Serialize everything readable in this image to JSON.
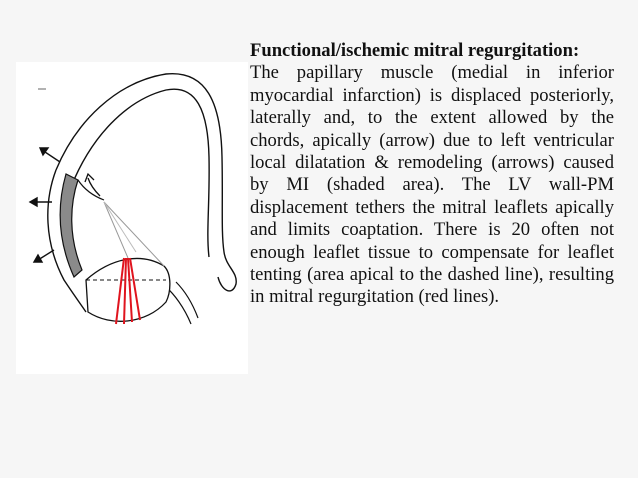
{
  "slide": {
    "heading": "Functional/ischemic mitral regurgitation:",
    "body": "The papillary muscle (medial in inferior myocardial infarction) is displaced posteriorly, laterally and, to the extent allowed by the chords, apically (arrow) due to left ventricular local dilatation & remodeling (arrows) caused by MI (shaded area). The LV wall-PM displacement tethers the mitral leaflets apically and limits coaptation. There is 20 often not enough leaflet tissue to compensate for leaflet tenting (area apical to the dashed line), resulting in mitral regurgitation (red lines)."
  },
  "colors": {
    "background": "#f6f6f6",
    "text": "#111111",
    "regurgitation_lines": "#e0141e",
    "shaded_wall": "#8a8a8a"
  },
  "figure": {
    "icon": "heart-diagram-illustration"
  }
}
